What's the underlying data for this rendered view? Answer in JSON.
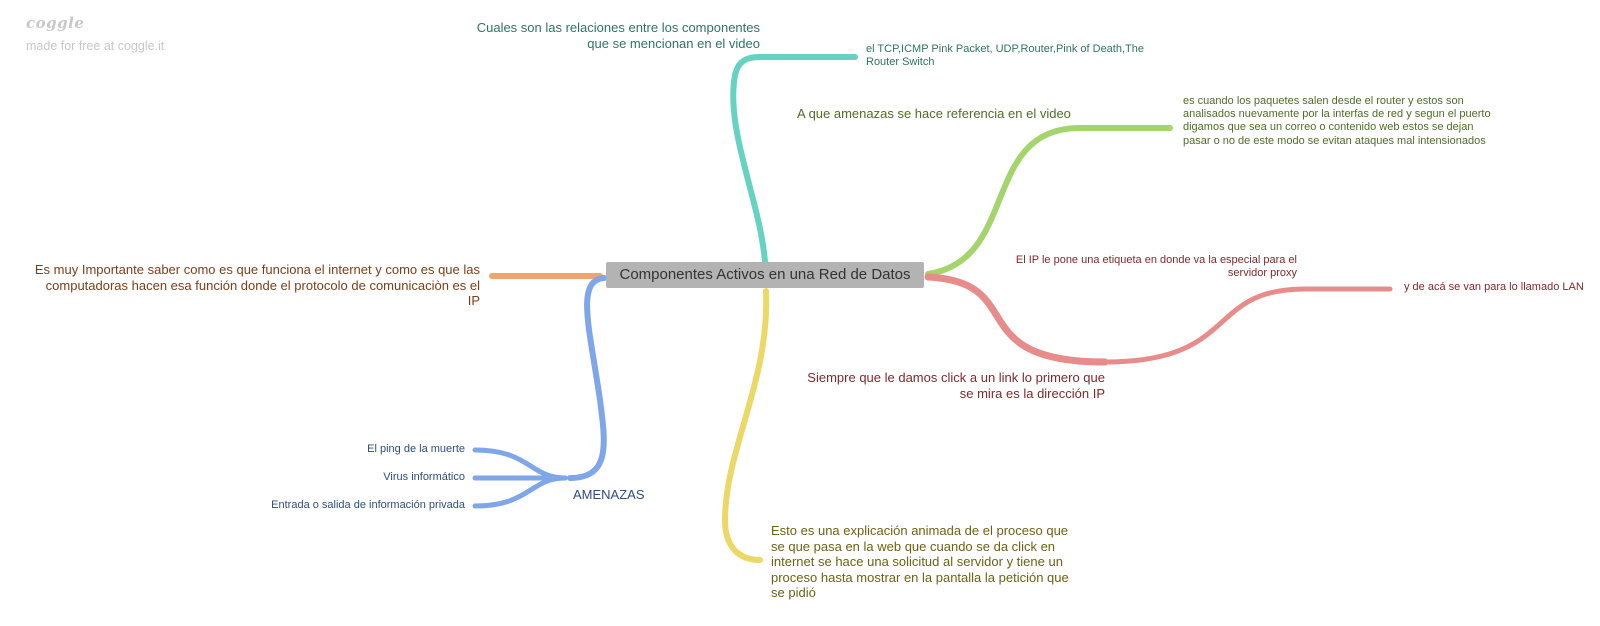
{
  "brand": {
    "logo": "coggle",
    "tagline": "made for free at coggle.it"
  },
  "colors": {
    "teal": "#66d2c1",
    "green": "#a4d46c",
    "red": "#e78b8b",
    "orange": "#f0a56f",
    "blue": "#7ea6e8",
    "yellow": "#ecd866",
    "central_bg": "#b3b3b3"
  },
  "central": "Componentes Activos en una Red de Datos",
  "branches": {
    "relaciones": {
      "label": "Cuales son las relaciones entre los componentes que se mencionan en el video",
      "child": "el TCP,ICMP Pink Packet, UDP,Router,Pink of Death,The Router Switch"
    },
    "amenazas_video": {
      "label": "A que amenazas se hace referencia en el video",
      "child": "es cuando los paquetes salen desde el router y estos son analisados nuevamente por la interfas de red y segun el puerto digamos que sea un correo o contenido web estos se dejan pasar o no de este modo se evitan ataques mal intensionados"
    },
    "click_link": {
      "label": "Siempre que le damos click a un link lo primero que se mira es la dirección IP",
      "child": "El IP le pone una etiqueta en donde va la especial para el servidor proxy",
      "grandchild": "y de acá se van para lo llamado LAN"
    },
    "importante": {
      "label": "Es muy Importante saber como es que funciona el internet y como es que las computadoras hacen esa función donde el protocolo de comunicaciòn es el IP"
    },
    "amenazas": {
      "label": "AMENAZAS",
      "items": [
        "El ping de la muerte",
        "Virus informático",
        "Entrada o salida de información privada"
      ]
    },
    "explicacion": {
      "label": "Esto es una explicación animada de el proceso que se que pasa en la web que cuando se da click en internet se hace una solicitud al servidor y tiene un proceso hasta mostrar en la pantalla la petición que se pidió"
    }
  }
}
